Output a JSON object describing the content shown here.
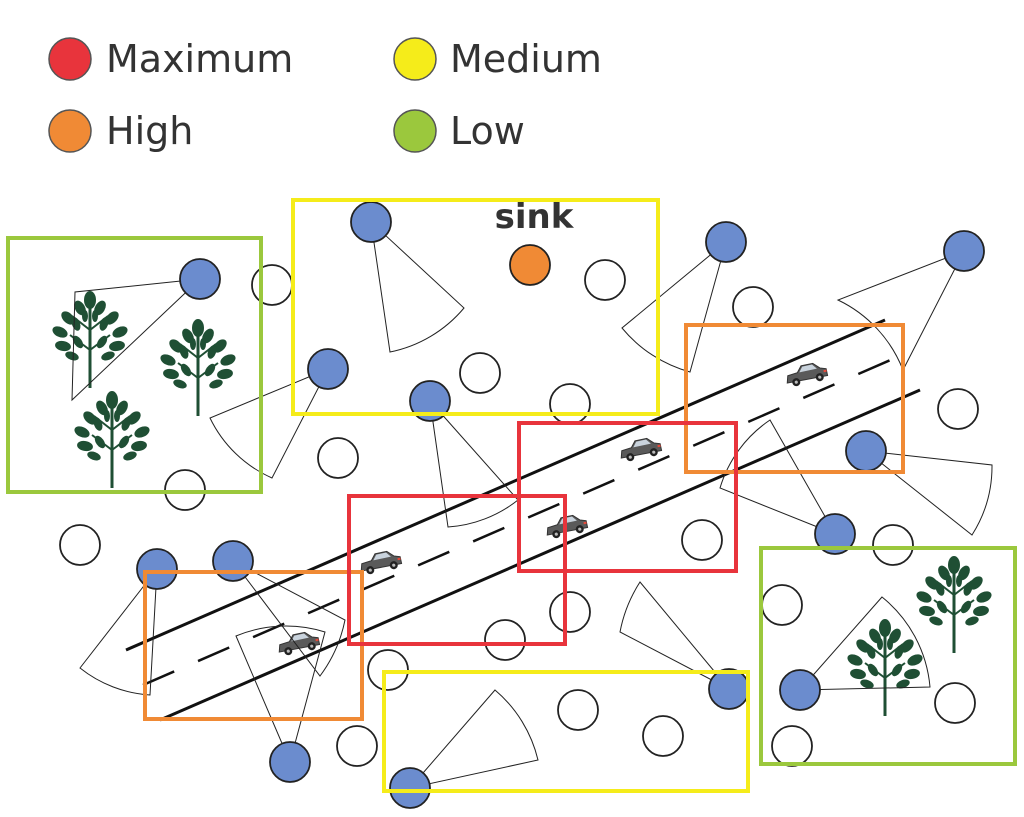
{
  "legend": {
    "items": [
      {
        "label": "Maximum",
        "color": "#e8343c"
      },
      {
        "label": "High",
        "color": "#f08a35"
      },
      {
        "label": "Medium",
        "color": "#f5ec1a"
      },
      {
        "label": "Low",
        "color": "#9bc83d"
      }
    ]
  },
  "sink_label": "sink",
  "colors": {
    "active_sensor": "#6b8cce",
    "sink": "#f08a35",
    "idle_sensor": "#ffffff",
    "tree": "#1f4f34",
    "road": "#111111",
    "car": "#555555"
  },
  "icons": [
    "tree-icon",
    "car-icon",
    "sensor-node-icon",
    "sink-node-icon"
  ]
}
